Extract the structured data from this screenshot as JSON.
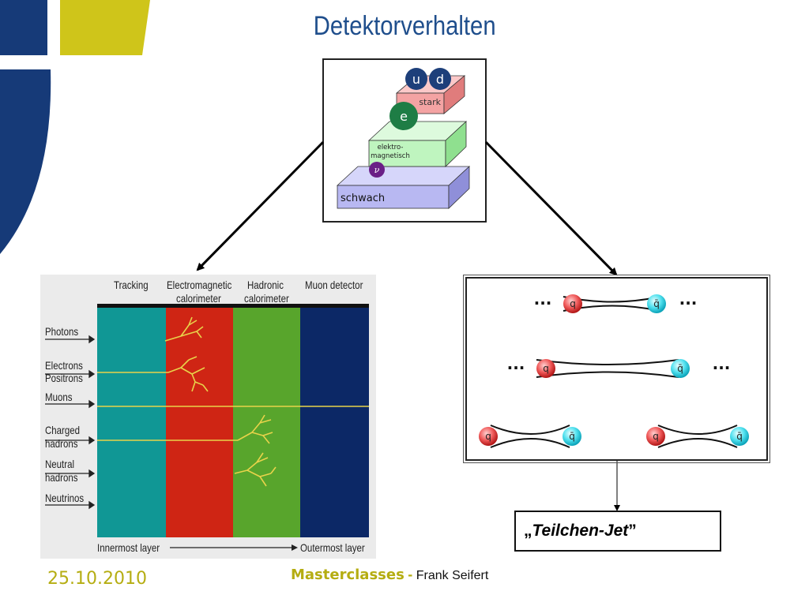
{
  "slide": {
    "title": "Detektorverhalten"
  },
  "forces_box": {
    "particles": {
      "u": "u",
      "d": "d",
      "e": "e",
      "nu": "ν"
    },
    "layers": {
      "strong": "stark",
      "em_line1": "elektro-",
      "em_line2": "magnetisch",
      "weak": "schwach"
    },
    "colors": {
      "strong": "#f4a3a3",
      "em": "#bff5bf",
      "weak": "#b8b8f2",
      "quark": "#1d3f7a",
      "electron": "#1e7d45",
      "neutrino": "#6a1f86"
    }
  },
  "detector": {
    "columns": [
      "Tracking",
      "Electromagnetic",
      "calorimeter",
      "Hadronic",
      "calorimeter",
      "Muon detector"
    ],
    "particles": [
      "Photons",
      "Electrons",
      "Positrons",
      "Muons",
      "Charged",
      "hadrons",
      "Neutral",
      "hadrons",
      "Neutrinos"
    ],
    "axis_left": "Innermost layer",
    "axis_right": "Outermost layer",
    "colors": {
      "tracking": "#109795",
      "em": "#cf2514",
      "hadronic": "#58a52c",
      "muon": "#0c2866",
      "track": "#e8d34a"
    }
  },
  "string_box": {
    "quark_label": "q",
    "antiquark_label": "q̄",
    "dots": "···"
  },
  "jet": {
    "label_open": "„",
    "label_text": "Teilchen-Jet",
    "label_close": "”"
  },
  "footer": {
    "date": "25.10.2010",
    "event": "Masterclasses",
    "separator": "-",
    "author": "Frank Seifert"
  }
}
